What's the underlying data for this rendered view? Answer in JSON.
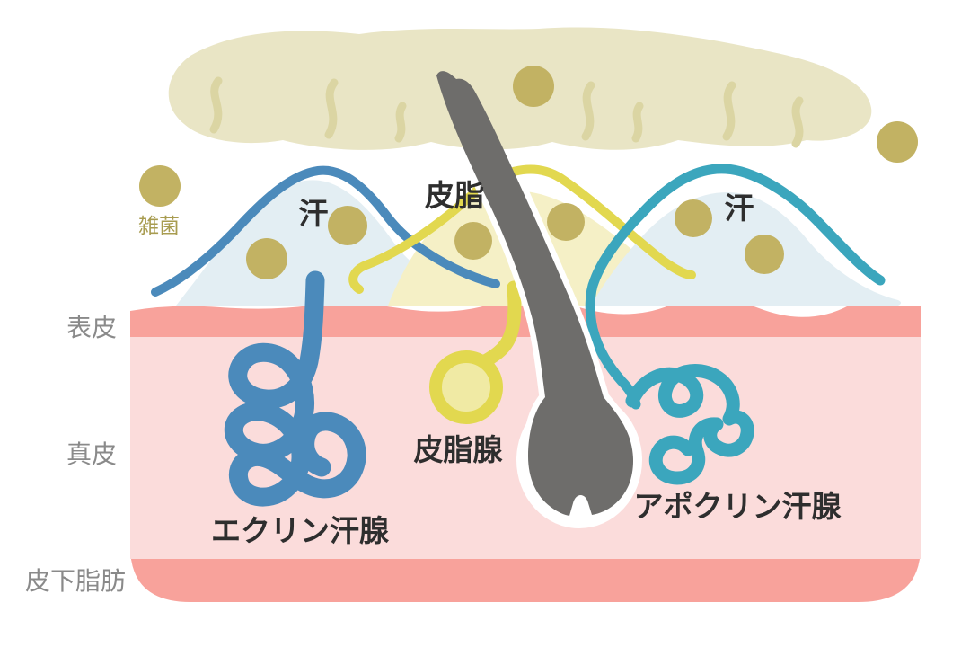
{
  "diagram": {
    "type": "skin-cross-section-illustration",
    "labels": {
      "germs": "雑菌",
      "sweat_left": "汗",
      "sebum": "皮脂",
      "sweat_right": "汗",
      "epidermis": "表皮",
      "dermis": "真皮",
      "subcutaneous_fat": "皮下脂肪",
      "sebaceous_gland": "皮脂腺",
      "eccrine_sweat_gland": "エクリン汗腺",
      "apocrine_sweat_gland": "アポクリン汗腺"
    },
    "colors": {
      "background": "#FFFFFF",
      "stratum_corneum": "#E9E5C5",
      "stratum_marks": "#DBD5A3",
      "bacteria_dot": "#C2B263",
      "bacteria_label": "#A89C50",
      "sweat_blue": "#4B8ABB",
      "sweat_pool_fill": "#E3EEF3",
      "sebum_yellow": "#E2D84F",
      "sebum_pool_fill": "#F5F0C6",
      "sebaceous_inner": "#F0EAA4",
      "apocrine_teal": "#3BA6BD",
      "skin_dark_pink": "#F8A29B",
      "skin_light_pink": "#FBDCDB",
      "hair_gray": "#6E6D6B",
      "label_black": "#2E2E2E",
      "label_gray": "#8A8A8A",
      "halo_white": "#FFFFFF"
    }
  }
}
